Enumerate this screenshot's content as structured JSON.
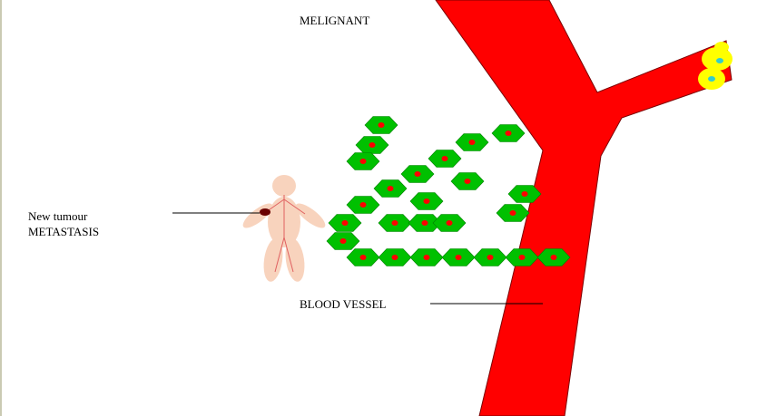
{
  "labels": {
    "title": "MELIGNANT",
    "new_tumour": "New tumour",
    "metastasis": "METASTASIS",
    "blood_vessel": "BLOOD VESSEL"
  },
  "colors": {
    "vessel": "#ff0000",
    "cell_body": "#00c000",
    "cell_nucleus": "#ff0000",
    "skin": "#f8d3bd",
    "tumour_spot": "#6b0000",
    "yellow_cell": "#ffff00",
    "yellow_nucleus": "#33cccc"
  }
}
